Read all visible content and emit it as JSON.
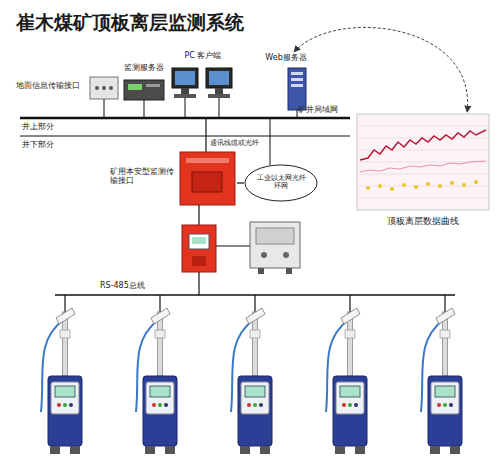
{
  "diagram": {
    "title": "崔木煤矿顶板离层监测系统",
    "nodes": [
      {
        "text": [
          "地面信息传输接口"
        ]
      },
      {
        "text": [
          "监测服务器"
        ]
      },
      {
        "text": [
          "PC 客户端"
        ]
      },
      {
        "text": [
          "Web服务器"
        ]
      },
      {
        "text": [
          "矿用本安型监测传输接口"
        ]
      },
      {
        "text": [
          "工业以太网光纤环网"
        ]
      },
      {
        "text": [
          "顶板离层数据曲线"
        ]
      }
    ],
    "edges": [
      {
        "from": 4,
        "to": 5,
        "arrow": "none"
      },
      {
        "from": 3,
        "to": 6,
        "arrow": "both"
      }
    ],
    "labels": [
      "矿井局域网",
      "井上部分",
      "井下部分",
      "通讯线缆或光纤",
      "RS-485总线"
    ]
  }
}
